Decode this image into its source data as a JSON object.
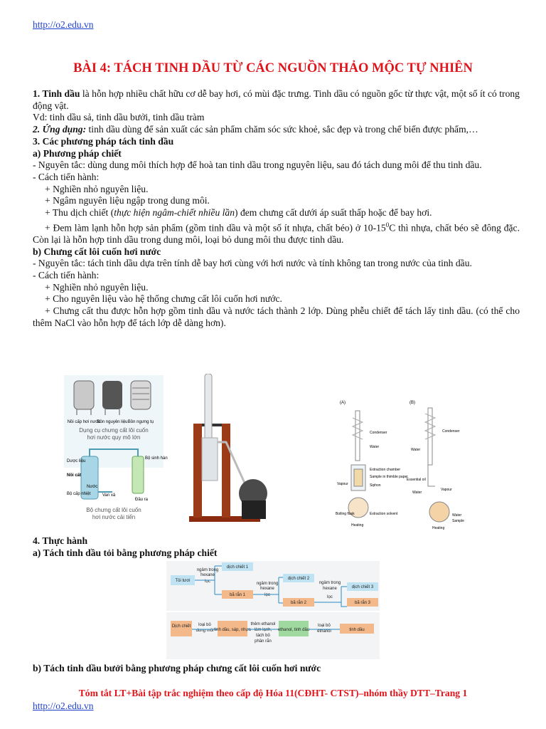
{
  "header_link": "http://o2.edu.vn",
  "title": "BÀI 4: TÁCH TINH DẦU TỪ CÁC NGUỒN THẢO MỘC TỰ NHIÊN",
  "s1": {
    "heading": "1. Tinh dầu",
    "text": " là hỗn hợp nhiều chất hữu cơ dễ bay hơi, có mùi đặc trưng. Tinh dầu có nguồn gốc từ thực vật, một số ít có trong động vật.",
    "example": "Vd: tinh dầu sả, tinh dầu bưởi, tinh dầu tràm"
  },
  "s2": {
    "heading": "2. Ứng dụng:",
    "text": " tinh dầu dùng để sản xuất các sản phẩm chăm sóc sức khoẻ, sắc đẹp và trong chế biến được phẩm,…"
  },
  "s3": {
    "heading": "3. Các phương pháp tách tinh dầu",
    "a_heading": "a) Phương pháp chiết",
    "a_principle": "- Nguyên tắc: dùng dung môi thích hợp để hoà tan tinh dầu trong nguyên liệu, sau đó tách dung môi để thu tinh dầu.",
    "a_steps_label": "- Cách tiến hành:",
    "a_step1": "+ Nghiền nhỏ nguyên liệu.",
    "a_step2": "+ Ngâm nguyên liệu ngập trong dung môi.",
    "a_step3_pre": "+ Thu dịch chiết (",
    "a_step3_italic": "thực hiện ngâm-chiết nhiều lần",
    "a_step3_post": ") đem chưng cất dưới áp suất thấp hoặc để bay hơi.",
    "a_step4_pre": "+ Đem làm lạnh hỗn hợp sản phẩm (gồm tinh dầu và một số ít nhựa, chất béo) ở 10-15",
    "a_step4_sup": "0",
    "a_step4_post": "C thì nhựa, chất béo sẽ đông đặc. Còn lại là hỗn hợp tinh dầu trong dung môi, loại bỏ dung môi thu được tinh dầu.",
    "b_heading": "b) Chưng cất lôi cuốn hơi nước",
    "b_principle": "- Nguyên tắc: tách tinh dầu dựa trên tính dễ bay hơi cùng với hơi nước và tính không tan trong nước của tinh dầu.",
    "b_steps_label": "- Cách tiến hành:",
    "b_step1": "+ Nghiền nhỏ nguyên liệu.",
    "b_step2": "+ Cho nguyên liệu vào hệ thống chưng cất lôi cuốn hơi nước.",
    "b_step3": "+ Chưng cất thu được hỗn hợp gồm tinh dầu và nước tách thành 2 lớp. Dùng phễu chiết để tách lấy tinh dầu. (có thể cho thêm NaCl vào hỗn hợp để tách lớp dễ dàng hơn)."
  },
  "fig_steam": {
    "l1": "Nồi cấp hơi nước",
    "l2": "Bồn nguyên liệu",
    "l3": "Bồn ngưng tụ",
    "cap1": "Dụng cụ chưng cất lôi cuốn",
    "cap1b": "hơi nước quy mô lớn",
    "l4": "Dược liệu",
    "l5": "Bộ sinh hàn",
    "l6": "Nồi cất",
    "l7": "Nước",
    "l8": "Van xả",
    "l9": "Bộ cấp nhiệt",
    "l10": "Đầu ra",
    "cap2": "Bộ chưng cất lôi cuốn",
    "cap2b": "hơi nước cải tiến"
  },
  "fig_soxhlet": {
    "A": "(A)",
    "B": "(B)",
    "condenser": "Condenser",
    "water": "Water",
    "chamber": "Extraction chamber",
    "thimble": "Sample in thimble paper",
    "siphon": "Siphon",
    "vapour": "Vapour",
    "flask": "Boiling flask",
    "solvent": "Extraction solvent",
    "heating": "Heating",
    "oil": "Essential oil",
    "sample": "Sample"
  },
  "sec4": {
    "heading": "4. Thực hành",
    "a": "a) Tách tinh dầu tỏi bằng phương pháp chiết",
    "b": "b) Tách tinh dầu bưởi bằng phương pháp chưng cất lôi cuốn hơi nước"
  },
  "flow1": {
    "start": "Tỏi tươi",
    "soak": "ngâm trong",
    "hexane": "hexane",
    "filter": "lọc",
    "d1": "dịch chiết 1",
    "r1": "bã rắn 1",
    "d2": "dịch chiết 2",
    "r2": "bã rắn 2",
    "d3": "dịch chiết 3",
    "r3": "bã rắn 3"
  },
  "flow2": {
    "start": "Dịch chiết",
    "remove": "loại bỏ",
    "solvent": "dung môi",
    "mid": "tinh dầu, sáp, nhựa",
    "addeth": "thêm ethanol",
    "cool": "làm lạnh,",
    "sep": "tách bỏ",
    "phase": "phần rắn",
    "eth": "ethanol, tinh dầu",
    "remove2": "loại bỏ",
    "ethanol": "ethanol",
    "end": "tinh dầu"
  },
  "footer": "Tóm tắt LT+Bài tập trắc nghiệm theo cấp độ Hóa 11(CĐHT- CTST)–nhóm thầy DTT–Trang 1",
  "footer_link": "http://o2.edu.vn",
  "colors": {
    "title": "#e0141b",
    "link": "#1d3fd0",
    "box": "#bfe3f2",
    "boxed": "#f4b98a"
  }
}
